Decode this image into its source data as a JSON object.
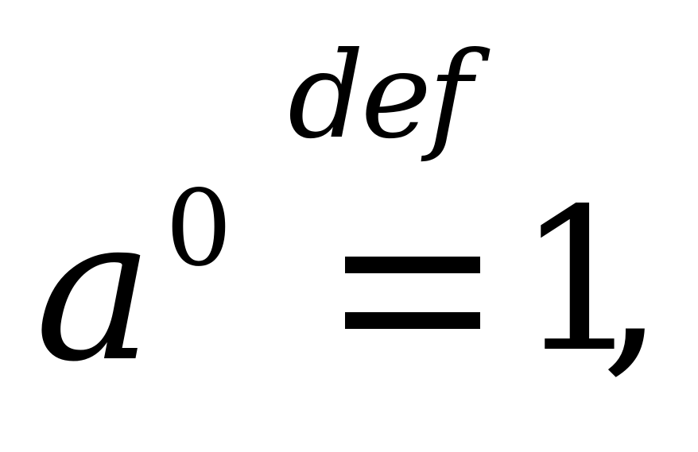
{
  "formula": {
    "base": "a",
    "exponent": "0",
    "overset_label": "def",
    "relation": "=",
    "rhs": "1",
    "trailing_punctuation": ","
  }
}
